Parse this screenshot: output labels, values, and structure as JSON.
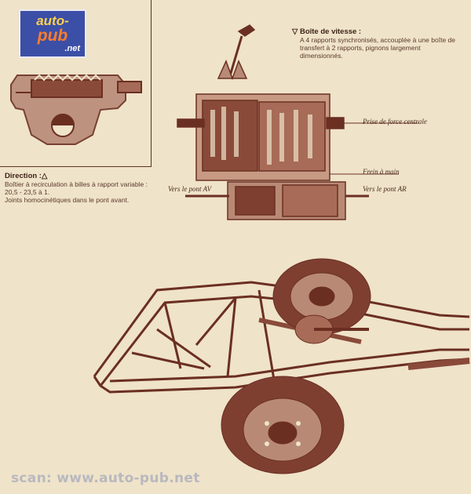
{
  "logo": {
    "line1": "auto-",
    "line2": "pub",
    "line3": ".net"
  },
  "direction": {
    "title": "Direction :",
    "symbol": "△",
    "lines": [
      "Boîtier à recirculation à billes à rapport variable :",
      "20,5 - 23,5 à 1.",
      "Joints homocinétiques dans le pont avant."
    ]
  },
  "gearbox": {
    "symbol": "▽",
    "title": "Boîte de vitesse :",
    "lines": [
      "A 4 rapports synchronisés, accouplée à une boîte de",
      "transfert à 2 rapports, pignons largement",
      "dimensionnés."
    ]
  },
  "labels": {
    "pto": "Prise de force centrale",
    "handbrake": "Frein à main",
    "front_axle": "Vers le pont AV",
    "rear_axle": "Vers le pont AR"
  },
  "footer": {
    "scan": "scan: www.auto-pub.net"
  },
  "colors": {
    "paper": "#efe3c9",
    "ink": "#6b2f22",
    "logo_bg": "#3c4fa6"
  }
}
